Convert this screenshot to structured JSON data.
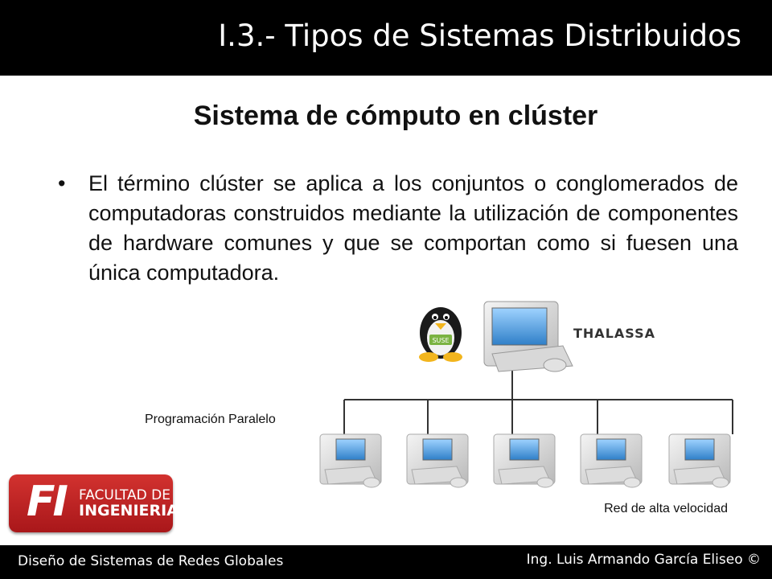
{
  "header": {
    "title": "I.3.- Tipos de Sistemas Distribuidos"
  },
  "slide": {
    "subtitle": "Sistema de cómputo en clúster",
    "bullet_symbol": "•",
    "bullet_text": "El término clúster se aplica a los conjuntos o conglomerados de computadoras construidos mediante la utilización de componentes de hardware comunes y que se comportan como si fuesen una única computadora."
  },
  "diagram": {
    "master_label": "THALASSA",
    "parallel_label": "Programación Paralelo",
    "network_label": "Red de alta velocidad",
    "node_count": 5,
    "os_logo_text": "SUSE",
    "icons": [
      "penguin-icon",
      "computer-icon"
    ]
  },
  "logo": {
    "initials": "FI",
    "line1": "FACULTAD DE",
    "line2": "INGENIERIA"
  },
  "footer": {
    "course": "Diseño de Sistemas de Redes Globales",
    "author": "Ing. Luis Armando García Eliseo ©"
  },
  "colors": {
    "header_bg": "#000000",
    "logo_red": "#c0272d",
    "screen_blue": "#4a9fe0"
  }
}
